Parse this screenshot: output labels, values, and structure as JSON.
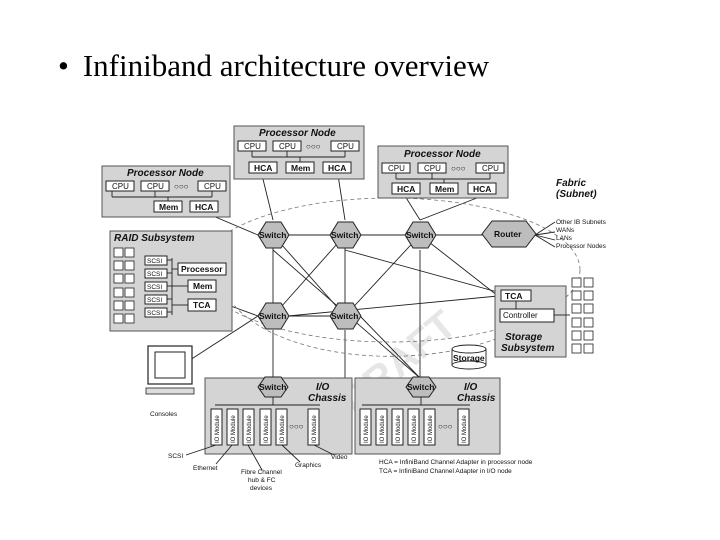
{
  "slide": {
    "bullet": "•",
    "title": "Infiniband architecture overview"
  },
  "diagram": {
    "proc_top": {
      "title": "Processor Node",
      "cpu1": "CPU",
      "cpu2": "CPU",
      "dots": "○○○",
      "cpu3": "CPU",
      "hca1": "HCA",
      "mem": "Mem",
      "hca2": "HCA"
    },
    "proc_right": {
      "title": "Processor Node",
      "cpu1": "CPU",
      "cpu2": "CPU",
      "dots": "○○○",
      "cpu3": "CPU",
      "hca1": "HCA",
      "mem": "Mem",
      "hca2": "HCA"
    },
    "proc_left": {
      "title": "Processor Node",
      "cpu1": "CPU",
      "cpu2": "CPU",
      "dots": "○○○",
      "cpu3": "CPU",
      "mem": "Mem",
      "hca": "HCA"
    },
    "raid": {
      "title": "RAID Subsystem",
      "scsi": "SCSI",
      "processor": "Processor",
      "mem": "Mem",
      "tca": "TCA"
    },
    "switch_label": "Switch",
    "router": "Router",
    "fabric_label_1": "Fabric",
    "fabric_label_2": "(Subnet)",
    "other_subnets": [
      "Other IB Subnets",
      "WANs",
      "LANs",
      "Processor Nodes"
    ],
    "storage_sub": {
      "tca": "TCA",
      "controller": "Controller",
      "title_1": "Storage",
      "title_2": "Subsystem"
    },
    "storage_label": "Storage",
    "consoles": "Consoles",
    "io_chassis_1": "I/O",
    "io_chassis_2": "Chassis",
    "module_label": "IO Module",
    "tca_short": "TCA",
    "dots": "○○○",
    "io_types": {
      "scsi": "SCSI",
      "ethernet": "Ethernet",
      "fibre_1": "Fibre Channel",
      "fibre_2": "hub & FC",
      "fibre_3": "devices",
      "graphics": "Graphics",
      "video": "Video"
    },
    "legend": [
      "HCA = InfiniBand Channel Adapter in processor node",
      "TCA = InfiniBand Channel Adapter in I/O node"
    ],
    "watermark": "DRAFT"
  }
}
